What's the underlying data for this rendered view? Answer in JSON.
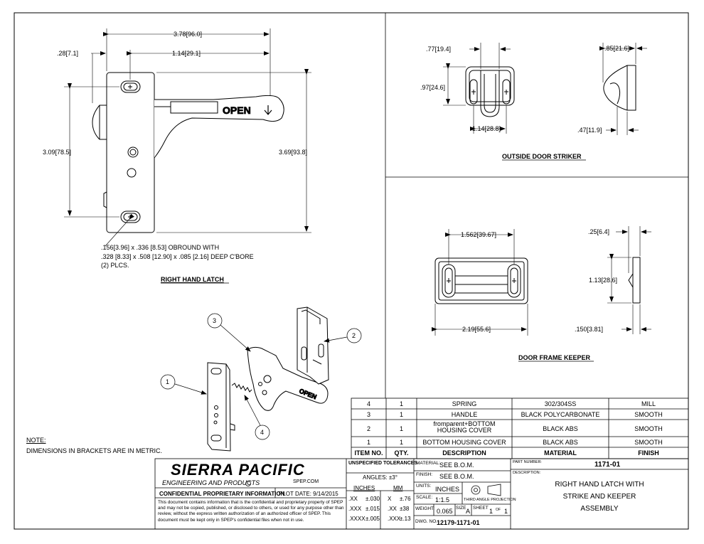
{
  "views": {
    "right_hand_latch": {
      "title": "RIGHT HAND LATCH",
      "dims": {
        "overall_width": "3.78[96.0]",
        "offset": ".28[7.1]",
        "hole_to_edge": "1.14[29.1]",
        "hole_spacing": "3.09[78.5]",
        "overall_height": "3.69[93.8]"
      },
      "handle_text": "OPEN",
      "callout": [
        ".156[3.96] x .336 [8.53] OBROUND WITH",
        ".328 [8.33] x .508 [12.90] x .085 [2.16] DEEP C'BORE",
        "(2) PLCS."
      ]
    },
    "outside_door_striker": {
      "title": "OUTSIDE DOOR STRIKER",
      "dims": {
        "top_width": ".77[19.4]",
        "height": ".97[24.6]",
        "width": "1.14[28.8]",
        "depth": ".85[21.6]",
        "lip": ".47[11.9]"
      }
    },
    "door_frame_keeper": {
      "title": "DOOR FRAME KEEPER",
      "dims": {
        "slot_spacing": "1.562[39.67]",
        "overall_width": "2.19[55.6]",
        "depth": ".25[6.4]",
        "height": "1.13[28.6]",
        "thickness": ".150[3.81]"
      }
    },
    "exploded": {
      "balloons": [
        "1",
        "2",
        "3",
        "4"
      ],
      "handle_text": "OPEN"
    }
  },
  "note": {
    "label": "NOTE:",
    "text": "DIMENSIONS IN BRACKETS ARE IN METRIC."
  },
  "bom": {
    "headers": [
      "ITEM NO.",
      "QTY.",
      "DESCRIPTION",
      "MATERIAL",
      "FINISH"
    ],
    "rows": [
      {
        "item": "4",
        "qty": "1",
        "description": "SPRING",
        "material": "302/304SS",
        "finish": "MILL"
      },
      {
        "item": "3",
        "qty": "1",
        "description": "HANDLE",
        "material": "BLACK POLYCARBONATE",
        "finish": "SMOOTH"
      },
      {
        "item": "2",
        "qty": "1",
        "description": "fromparent+BOTTOM HOUSING COVER",
        "material": "BLACK ABS",
        "finish": "SMOOTH"
      },
      {
        "item": "1",
        "qty": "1",
        "description": "BOTTOM HOUSING COVER",
        "material": "BLACK ABS",
        "finish": "SMOOTH"
      }
    ]
  },
  "title_block": {
    "company": "SIERRA PACIFIC",
    "company_sub": "ENGINEERING AND PRODUCTS",
    "website": "SPEP.COM",
    "confidential": "CONFIDENTIAL PROPRIETARY INFORMATION",
    "plot_date": "PLOT DATE: 9/14/2015",
    "legal": "This document contains information that is the confidential and proprietary property of SPEP and may not be copied, published, or disclosed to others, or used for any purpose other than review, without the express written authorization of an authorized officer of SPEP. This document must be kept only in SPEP's confidential files when not in use.",
    "tolerances": {
      "title": "UNSPECIFIED TOLERANCES",
      "angles": "ANGLES: ±3°",
      "inches_label": "INCHES",
      "mm_label": "MM",
      "rows": [
        {
          "in_fmt": ".XX",
          "in_tol": "±.030",
          "mm_fmt": "X",
          "mm_tol": "±.76"
        },
        {
          "in_fmt": ".XXX",
          "in_tol": "±.015",
          "mm_fmt": ".XX",
          "mm_tol": "±38"
        },
        {
          "in_fmt": ".XXXX",
          "in_tol": "±.005",
          "mm_fmt": ".XXX",
          "mm_tol": "±.13"
        }
      ]
    },
    "material_label": "MATERIAL:",
    "material": "SEE B.O.M.",
    "finish_label": "FINISH:",
    "finish": "SEE B.O.M.",
    "units_label": "UNITS:",
    "units": "INCHES",
    "scale_label": "SCALE:",
    "scale": "1:1.5",
    "projection": "THIRD ANGLE PROJECTION",
    "weight_label": "WEIGHT:",
    "weight": "0.065",
    "size_label": "SIZE",
    "size": "A",
    "sheet_label": "SHEET",
    "sheet": "1",
    "of_label": "OF",
    "sheet_total": "1",
    "dwg_label": "DWG. NO.",
    "dwg_no": "12179-1171-01",
    "part_label": "PART NUMBER:",
    "part_number": "1171-01",
    "description_label": "DESCRIPTION:",
    "description": [
      "RIGHT HAND LATCH WITH",
      "STRIKE AND KEEPER",
      "ASSEMBLY"
    ]
  }
}
